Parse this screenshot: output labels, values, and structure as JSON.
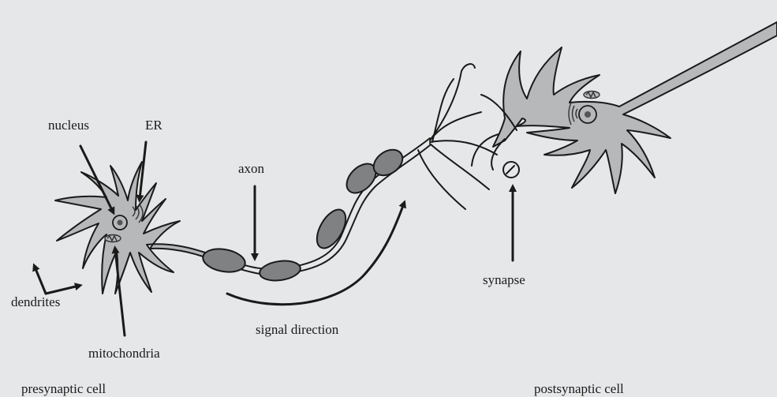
{
  "labels": {
    "nucleus": "nucleus",
    "er": "ER",
    "axon": "axon",
    "dendrites": "dendrites",
    "mitochondria": "mitochondria",
    "signal_direction": "signal direction",
    "synapse": "synapse",
    "presynaptic_cell": "presynaptic cell",
    "postsynaptic_cell": "postsynaptic cell"
  },
  "colors": {
    "background": "#e6e7e8",
    "cell_body": "#b7b8ba",
    "myelin": "#808183",
    "outline": "#1a1a1a"
  }
}
